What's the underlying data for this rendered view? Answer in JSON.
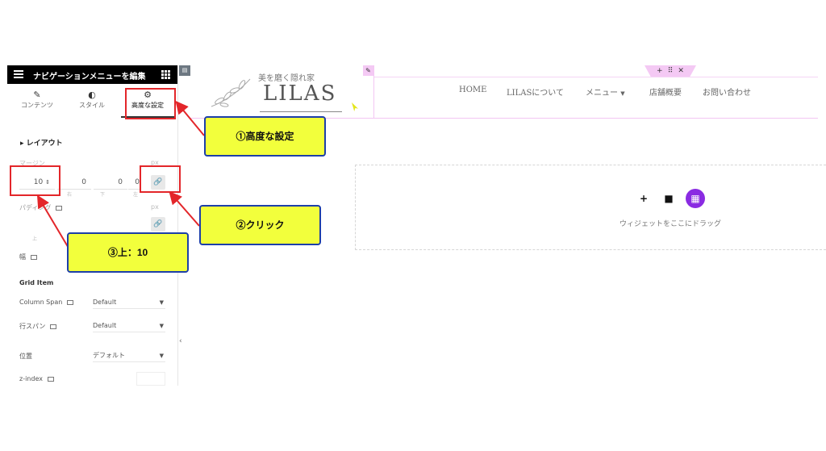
{
  "panel": {
    "title": "ナビゲーションメニューを編集",
    "tabs": [
      {
        "label": "コンテンツ",
        "icon": "pencil-icon"
      },
      {
        "label": "スタイル",
        "icon": "contrast-icon"
      },
      {
        "label": "高度な設定",
        "icon": "gear-icon"
      }
    ],
    "section_title": "レイアウト",
    "margin_label": "マージン",
    "margin_unit": "px",
    "margin_values": {
      "top": "10",
      "right": "0",
      "bottom": "0",
      "left": "0"
    },
    "margin_sublabels": {
      "right": "右",
      "bottom": "下",
      "left": "左"
    },
    "padding_label": "パディング",
    "padding_unit": "px",
    "padding_sublabel": "上",
    "width_label": "幅",
    "grid_item_title": "Grid Item",
    "column_span_label": "Column Span",
    "column_span_value": "Default",
    "row_span_label": "行スパン",
    "row_span_value": "Default",
    "position_label": "位置",
    "position_value": "デフォルト",
    "zindex_label": "z-index"
  },
  "header": {
    "logo_tagline": "美を磨く隠れ家",
    "logo_brand": "LILAS",
    "nav": [
      "HOME",
      "LILASについて",
      "メニュー",
      "店舗概要",
      "お問い合わせ"
    ]
  },
  "drop_zone": {
    "text": "ウィジェットをここにドラッグ"
  },
  "annotations": {
    "callout1": "①高度な設定",
    "callout2": "②クリック",
    "callout3": "③上：10"
  },
  "colors": {
    "panel_header": "#000000",
    "highlight": "#f4c9f4",
    "callout_fill": "#f2ff3c",
    "callout_border": "#1d3fa8",
    "annotation_red": "#e3262a",
    "template_button": "#8a2be2"
  }
}
